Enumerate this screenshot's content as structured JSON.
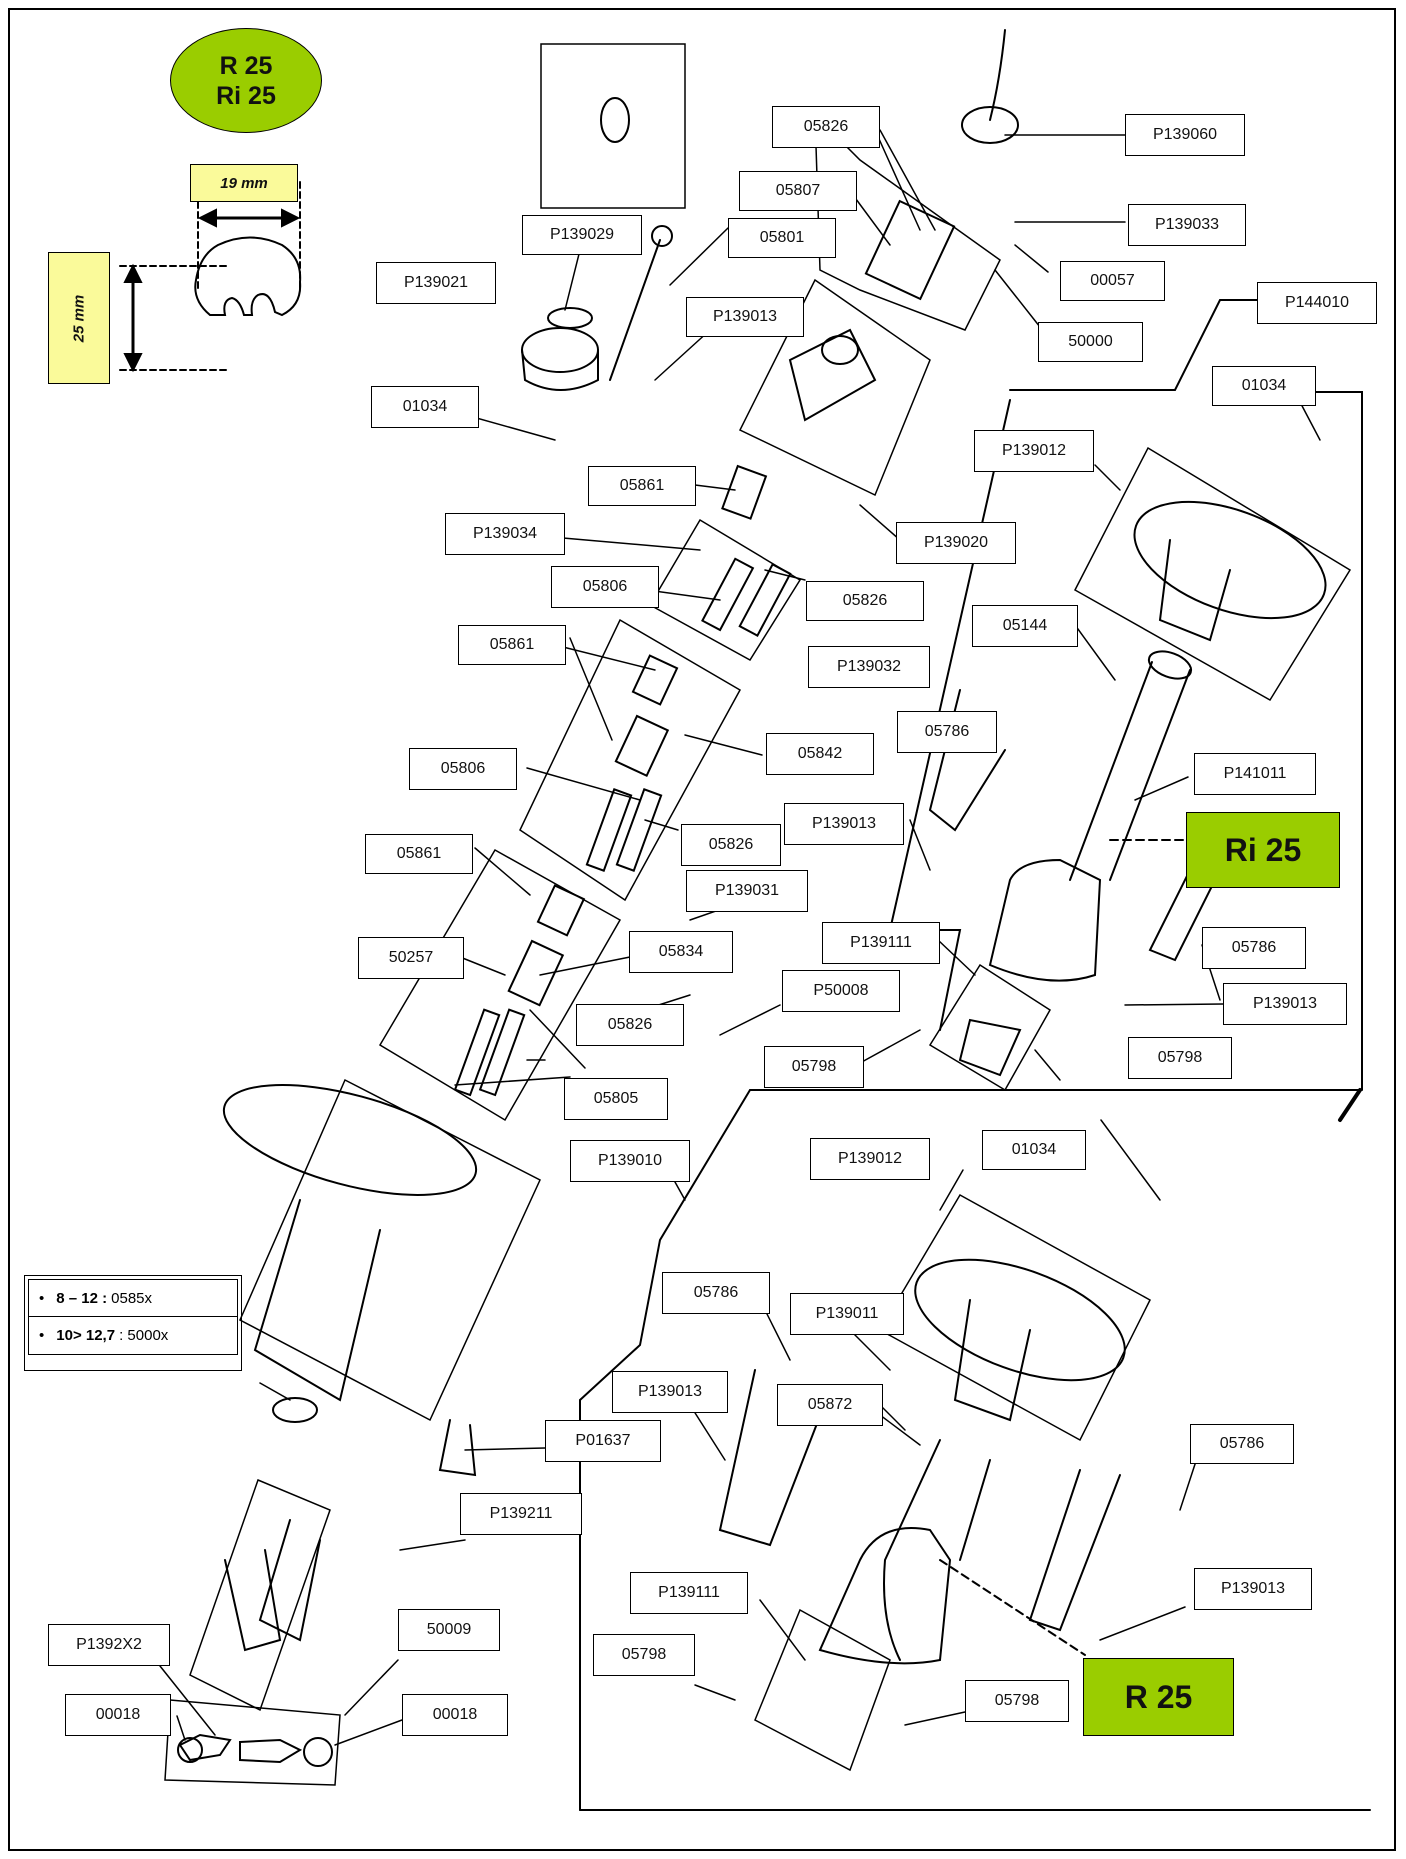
{
  "badges": {
    "model_circle": [
      "R 25",
      "Ri 25"
    ],
    "ri25": "Ri 25",
    "r25": "R 25"
  },
  "dimensions": {
    "width": "19 mm",
    "height": "25 mm"
  },
  "legend": [
    {
      "range": "8 – 12 :",
      "code": "0585x"
    },
    {
      "range": "10> 12,7",
      "code": ": 5000x"
    }
  ],
  "labels": {
    "p139029": "P139029",
    "p139021": "P139021",
    "l01034_a": "01034",
    "l05826_top": "05826",
    "l05807": "05807",
    "l05801": "05801",
    "p139013_a": "P139013",
    "p139060": "P139060",
    "p139033": "P139033",
    "l00057": "00057",
    "l50000": "50000",
    "p144010": "P144010",
    "l01034_b": "01034",
    "p139012_a": "P139012",
    "l05861_a": "05861",
    "p139020": "P139020",
    "p139034": "P139034",
    "l05806_a": "05806",
    "l05826_b": "05826",
    "l05144": "05144",
    "l05861_b": "05861",
    "p139032": "P139032",
    "l05786_a": "05786",
    "l05842": "05842",
    "l05806_b": "05806",
    "l05826_c": "05826",
    "p141011": "P141011",
    "p139013_b": "P139013",
    "l05861_c": "05861",
    "p139031": "P139031",
    "l05786_b": "05786",
    "l50257": "50257",
    "l05834": "05834",
    "p139111_a": "P139111",
    "p50008": "P50008",
    "p139013_c": "P139013",
    "l05826_d": "05826",
    "l05798_a": "05798",
    "l05798_b": "05798",
    "l05805": "05805",
    "p139010": "P139010",
    "p139012_b": "P139012",
    "l01034_c": "01034",
    "l05786_c": "05786",
    "p139011": "P139011",
    "p139013_d": "P139013",
    "l05872": "05872",
    "p01637": "P01637",
    "l05786_d": "05786",
    "p139211": "P139211",
    "p139013_e": "P139013",
    "p139111_b": "P139111",
    "l50009": "50009",
    "p1392x2": "P1392X2",
    "l05798_c": "05798",
    "l00018_a": "00018",
    "l00018_b": "00018",
    "l05798_d": "05798"
  },
  "colors": {
    "green": "#9acd00",
    "yellow": "#fafa9a",
    "line": "#000000"
  }
}
